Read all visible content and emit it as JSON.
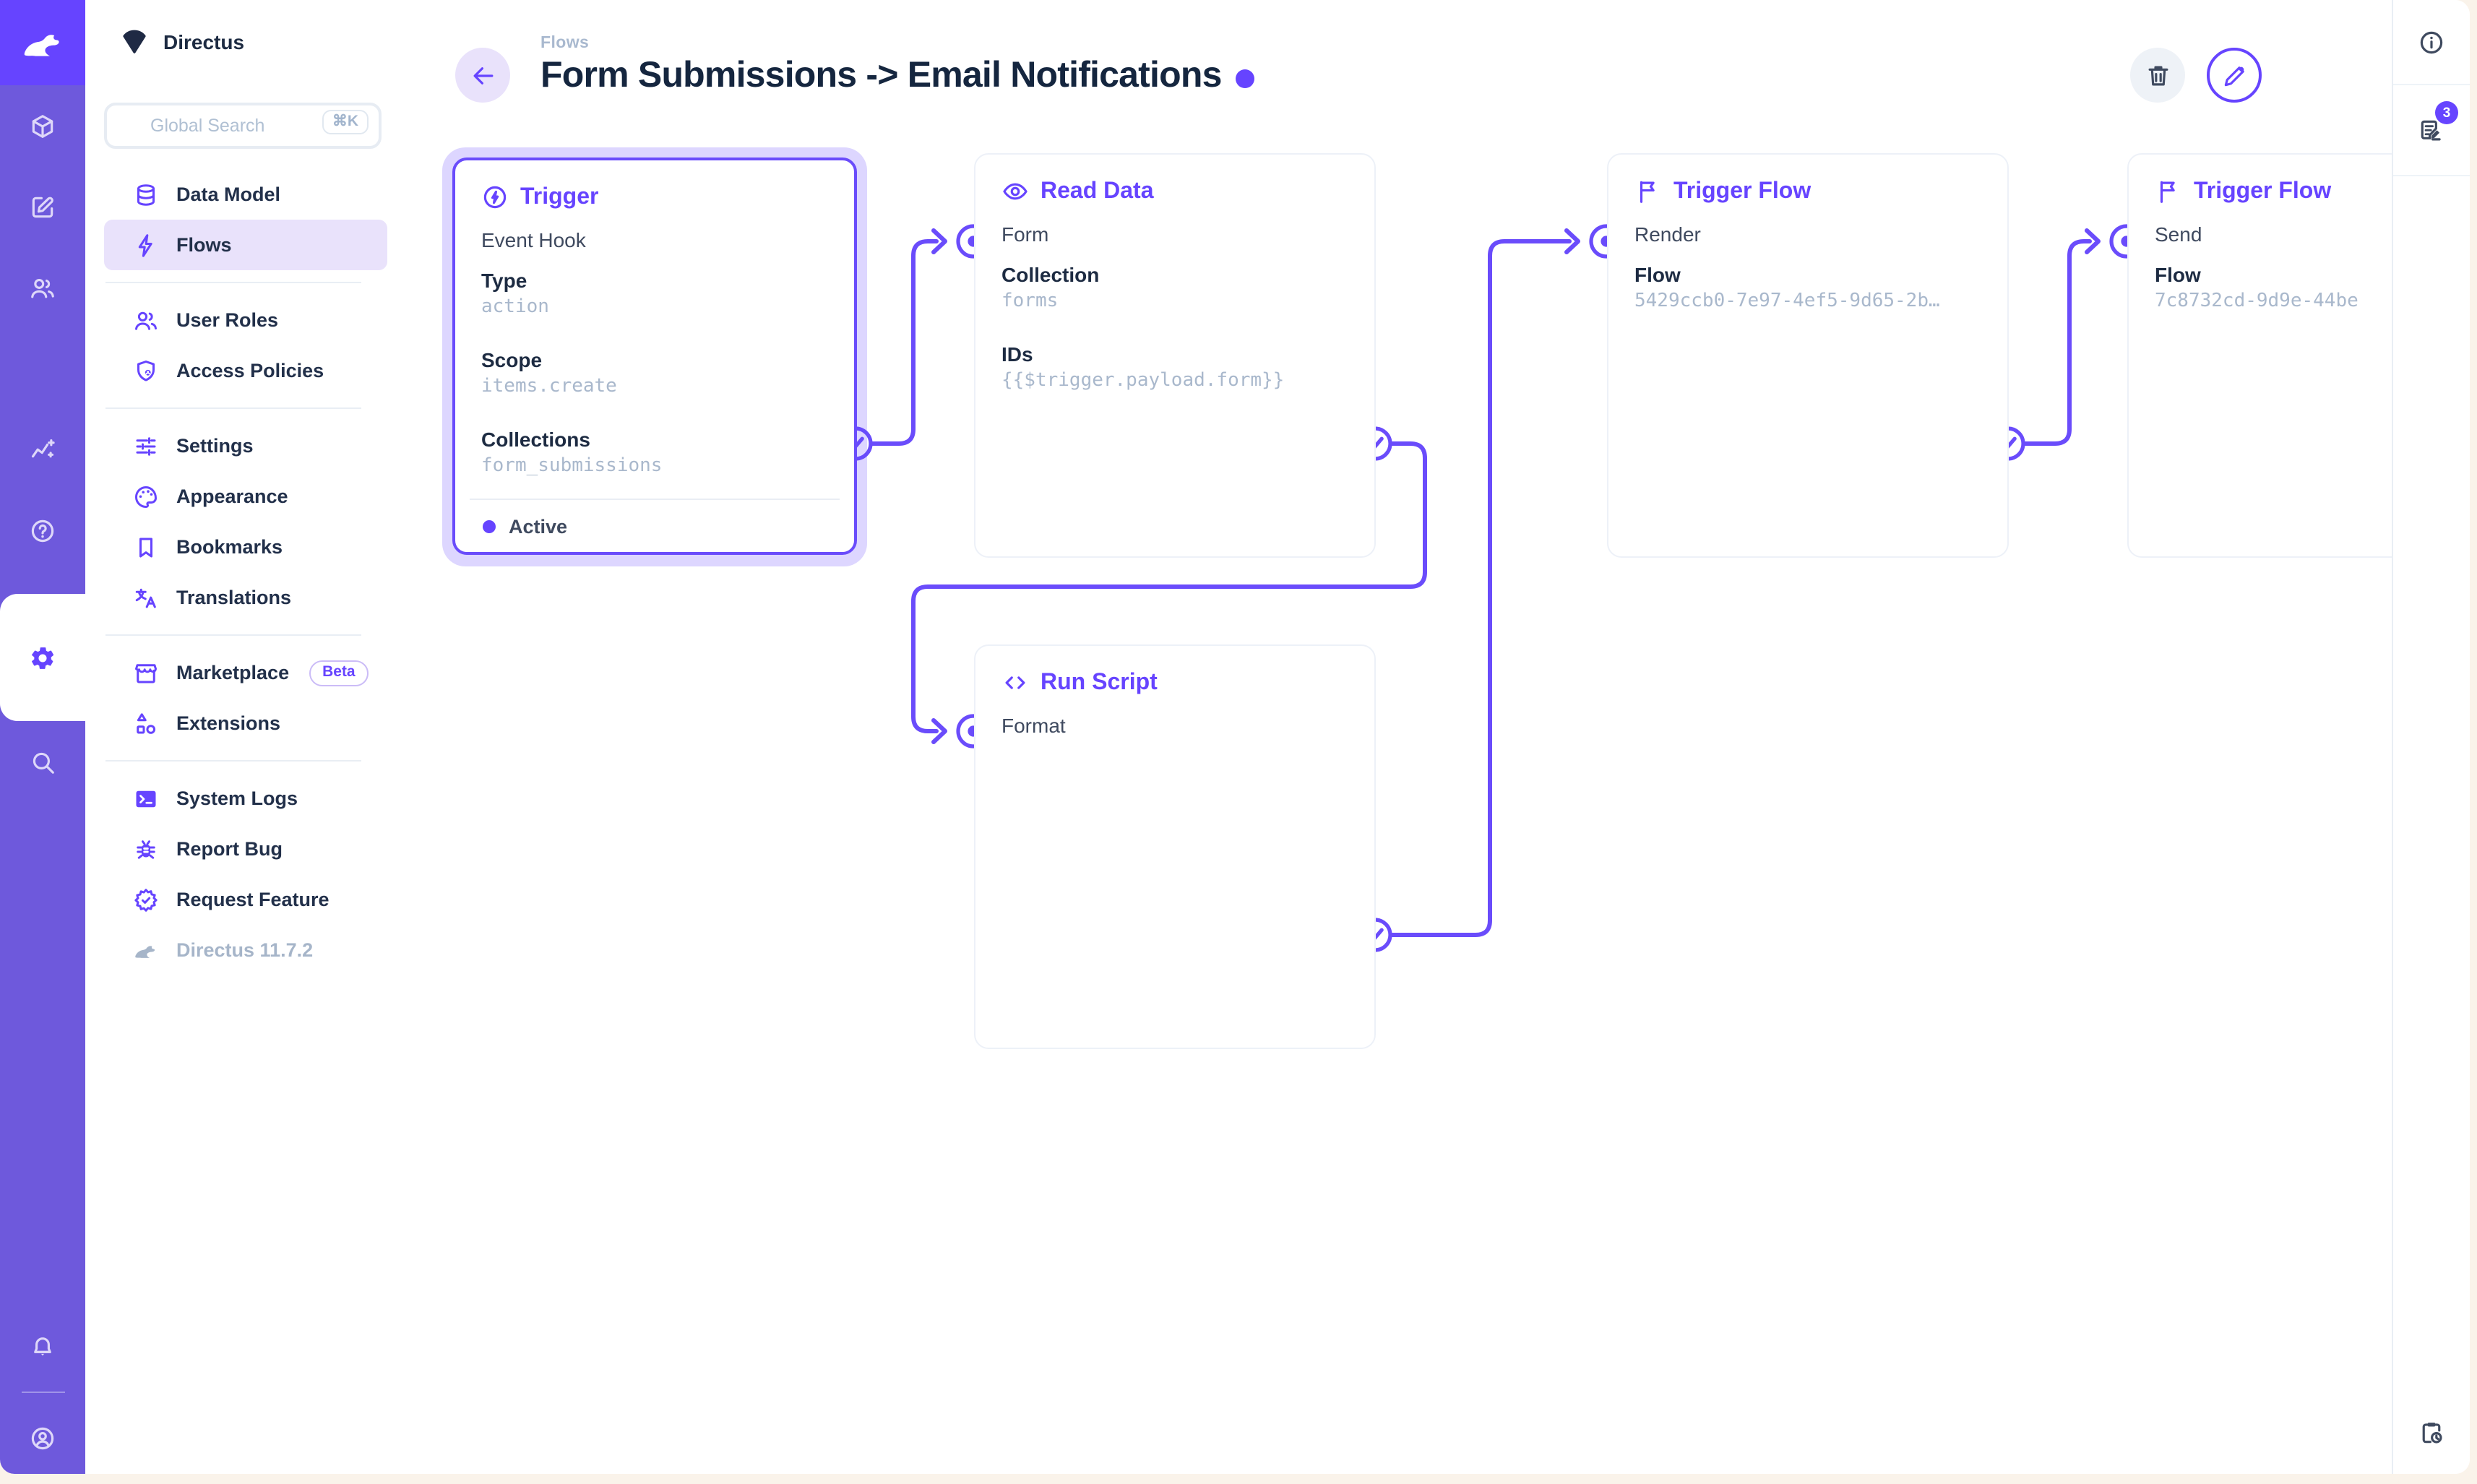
{
  "colors": {
    "accent": "#6644FF",
    "module_bar": "#6E59DC",
    "nav_active_bg": "#e9e2fb",
    "mono_value": "#a9b8cc",
    "title": "#15263f",
    "frame_bg": "#faf3ea"
  },
  "module_bar": {
    "items": [
      {
        "id": "content",
        "icon": "cube-icon"
      },
      {
        "id": "editor",
        "icon": "compose-icon"
      },
      {
        "id": "users",
        "icon": "users-icon"
      },
      {
        "id": "files",
        "icon": "folder-icon"
      },
      {
        "id": "insights",
        "icon": "insights-icon"
      },
      {
        "id": "docs",
        "icon": "help-icon"
      },
      {
        "id": "settings",
        "icon": "settings-icon",
        "active": true
      },
      {
        "id": "search",
        "icon": "search-icon"
      }
    ],
    "bottom_items": [
      {
        "id": "notifications",
        "icon": "bell-icon"
      },
      {
        "type": "divider"
      },
      {
        "id": "account",
        "icon": "account-icon"
      }
    ]
  },
  "sidebar": {
    "project_name": "Directus",
    "search": {
      "placeholder": "Global Search",
      "shortcut": "⌘K"
    },
    "items": [
      {
        "id": "data-model",
        "label": "Data Model",
        "icon": "database-icon"
      },
      {
        "id": "flows",
        "label": "Flows",
        "icon": "bolt-icon",
        "active": true
      },
      {
        "type": "divider"
      },
      {
        "id": "user-roles",
        "label": "User Roles",
        "icon": "users-icon"
      },
      {
        "id": "access-policies",
        "label": "Access Policies",
        "icon": "shield-user-icon"
      },
      {
        "type": "divider"
      },
      {
        "id": "settings",
        "label": "Settings",
        "icon": "sliders-icon"
      },
      {
        "id": "appearance",
        "label": "Appearance",
        "icon": "palette-icon"
      },
      {
        "id": "bookmarks",
        "label": "Bookmarks",
        "icon": "bookmark-icon"
      },
      {
        "id": "translations",
        "label": "Translations",
        "icon": "translate-icon"
      },
      {
        "type": "divider"
      },
      {
        "id": "marketplace",
        "label": "Marketplace",
        "icon": "storefront-icon",
        "badge": "Beta"
      },
      {
        "id": "extensions",
        "label": "Extensions",
        "icon": "extensions-icon"
      },
      {
        "type": "divider"
      },
      {
        "id": "system-logs",
        "label": "System Logs",
        "icon": "terminal-icon"
      },
      {
        "id": "report-bug",
        "label": "Report Bug",
        "icon": "bug-icon"
      },
      {
        "id": "request-feature",
        "label": "Request Feature",
        "icon": "feature-icon"
      },
      {
        "id": "version",
        "label": "Directus 11.7.2",
        "icon": "rabbit-icon",
        "muted": true
      }
    ]
  },
  "header": {
    "breadcrumb": "Flows",
    "title": "Form Submissions -> Email Notifications",
    "actions": [
      {
        "id": "delete",
        "icon": "trash-icon"
      },
      {
        "id": "edit",
        "icon": "pencil-icon"
      }
    ]
  },
  "right_rail": {
    "info_icon": "info-icon",
    "activity_icon": "log-icon",
    "notification_count": "3",
    "bottom_icon": "clipboard-clock-icon"
  },
  "flow": {
    "trigger": {
      "title": "Trigger",
      "icon": "bolt-circle-icon",
      "line1": "Event Hook",
      "fields": [
        {
          "label": "Type",
          "value": "action"
        },
        {
          "label": "Scope",
          "value": "items.create"
        },
        {
          "label": "Collections",
          "value": "form_submissions"
        }
      ],
      "status": "Active"
    },
    "read_data": {
      "title": "Read Data",
      "icon": "eye-icon",
      "line1": "Form",
      "fields": [
        {
          "label": "Collection",
          "value": "forms"
        },
        {
          "label": "IDs",
          "value": "{{$trigger.payload.form}}"
        }
      ]
    },
    "trigger_flow_render": {
      "title": "Trigger Flow",
      "icon": "flag-icon",
      "line1": "Render",
      "fields": [
        {
          "label": "Flow",
          "value": "5429ccb0-7e97-4ef5-9d65-2b…"
        }
      ]
    },
    "trigger_flow_send": {
      "title": "Trigger Flow",
      "icon": "flag-icon",
      "line1": "Send",
      "fields": [
        {
          "label": "Flow",
          "value": "7c8732cd-9d9e-44be"
        }
      ]
    },
    "run_script": {
      "title": "Run Script",
      "icon": "code-icon",
      "line1": "Format"
    }
  }
}
